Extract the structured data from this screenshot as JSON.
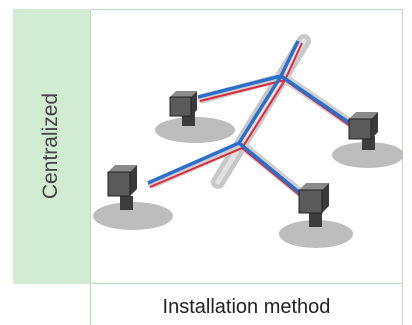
{
  "row_header": {
    "label": "Centralized"
  },
  "column_header": {
    "label": "Installation method"
  },
  "colors": {
    "row_header_bg": "#d2ecd4",
    "grid_line": "#b7ddb9",
    "cable_blue": "#2b6fcb",
    "cable_red": "#e0283c",
    "pipe_gray": "#c8c8c8",
    "device_dark": "#555555"
  },
  "diagram": {
    "devices": [
      "device-top-left",
      "device-right",
      "device-bottom-left",
      "device-bottom-right"
    ]
  }
}
